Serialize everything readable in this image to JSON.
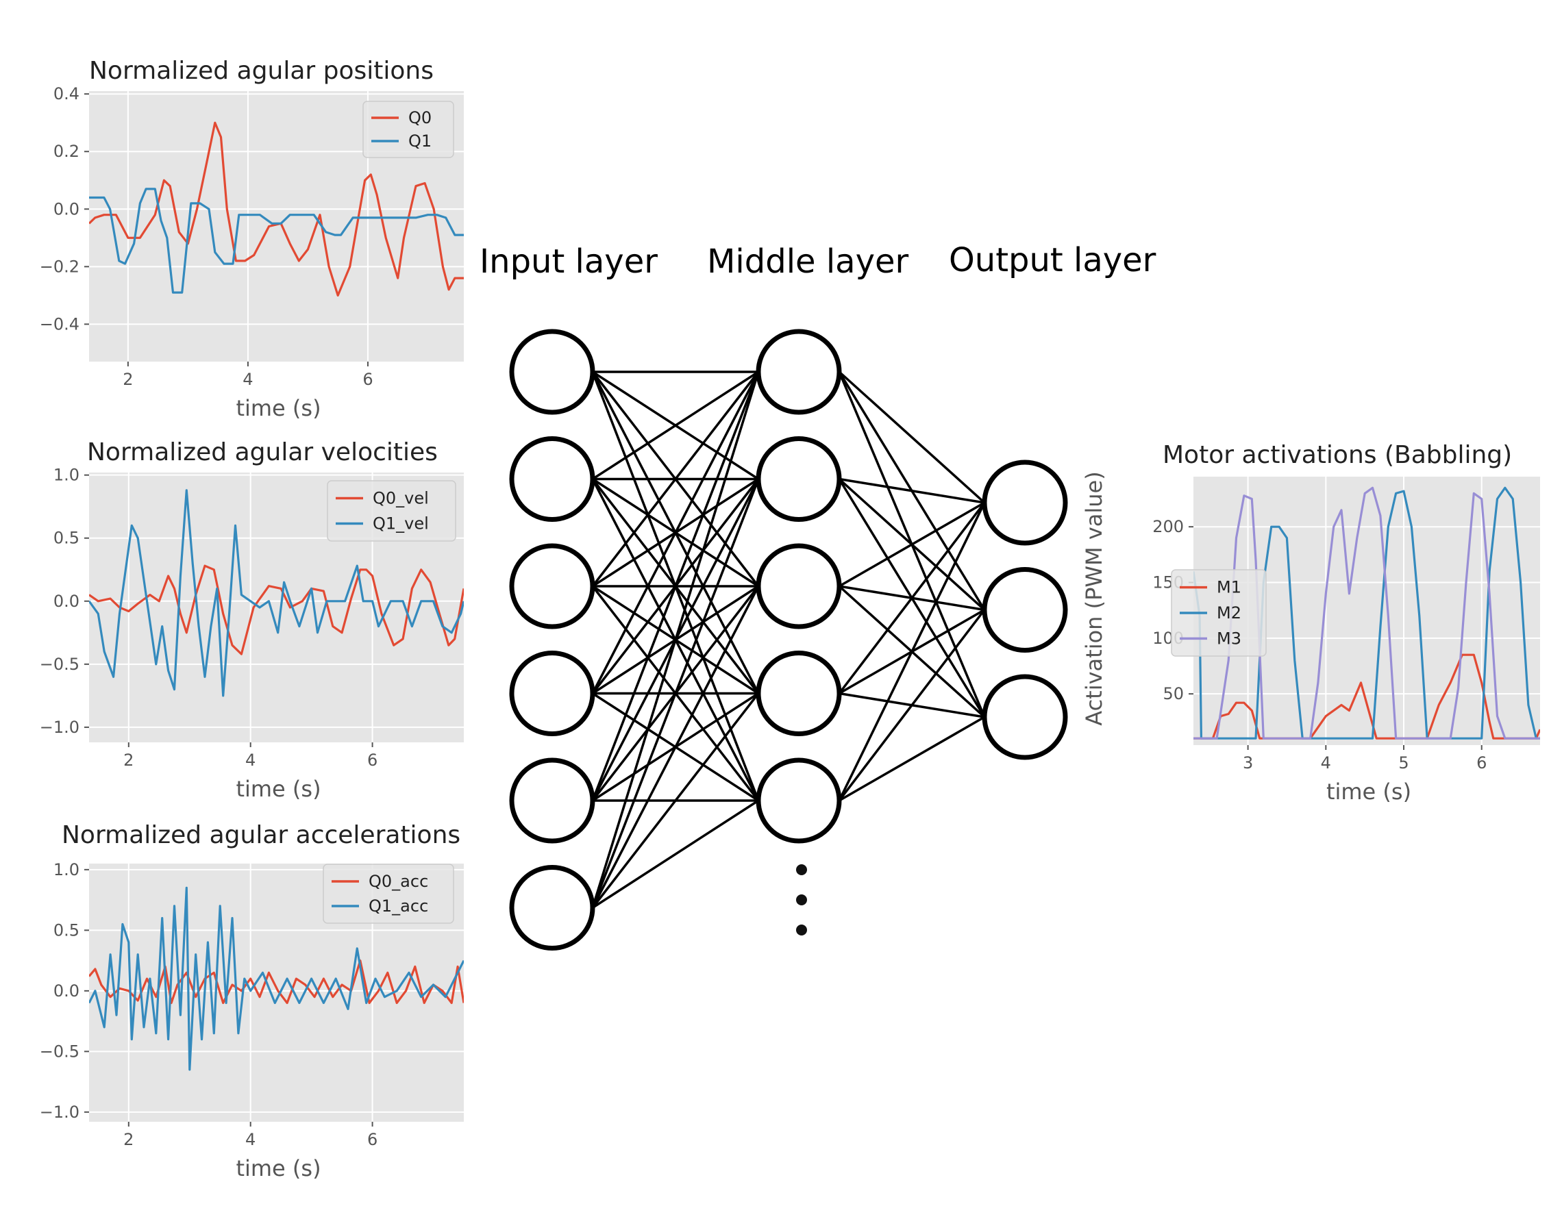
{
  "network": {
    "input_label": "Input layer",
    "middle_label": "Middle layer",
    "output_label": "Output layer",
    "input_nodes": 6,
    "middle_nodes": 5,
    "output_nodes": 3,
    "middle_continuation": "vertical-ellipsis"
  },
  "colors": {
    "red": "#E24A33",
    "blue": "#348ABD",
    "purple": "#988ED5",
    "plot_bg": "#E5E5E5",
    "grid": "#FFFFFF"
  },
  "chart_data": [
    {
      "type": "line",
      "title": "Normalized agular positions",
      "xlabel": "time (s)",
      "ylabel": "",
      "xlim": [
        1.35,
        7.6
      ],
      "ylim": [
        -0.53,
        0.41
      ],
      "xticks": [
        2,
        4,
        6
      ],
      "yticks": [
        0.4,
        0.2,
        0.0,
        -0.2,
        -0.4
      ],
      "ytick_labels": [
        "0.4",
        "0.2",
        "0.0",
        "−0.2",
        "−0.4"
      ],
      "grid": true,
      "legend_position": "top-right",
      "series": [
        {
          "name": "Q0",
          "color": "#E24A33",
          "x": [
            1.35,
            1.45,
            1.6,
            1.8,
            2.0,
            2.2,
            2.45,
            2.6,
            2.7,
            2.85,
            3.0,
            3.15,
            3.3,
            3.45,
            3.55,
            3.65,
            3.8,
            3.95,
            4.1,
            4.35,
            4.55,
            4.7,
            4.85,
            5.0,
            5.2,
            5.35,
            5.5,
            5.7,
            5.85,
            5.95,
            6.05,
            6.15,
            6.3,
            6.5,
            6.6,
            6.8,
            6.95,
            7.1,
            7.25,
            7.35,
            7.45,
            7.6
          ],
          "y": [
            -0.05,
            -0.03,
            -0.02,
            -0.02,
            -0.1,
            -0.1,
            -0.02,
            0.1,
            0.08,
            -0.08,
            -0.12,
            0.0,
            0.15,
            0.3,
            0.25,
            0.0,
            -0.18,
            -0.18,
            -0.16,
            -0.06,
            -0.05,
            -0.12,
            -0.18,
            -0.14,
            -0.02,
            -0.2,
            -0.3,
            -0.2,
            -0.02,
            0.1,
            0.12,
            0.05,
            -0.1,
            -0.24,
            -0.1,
            0.08,
            0.09,
            0.0,
            -0.2,
            -0.28,
            -0.24,
            -0.24
          ]
        },
        {
          "name": "Q1",
          "color": "#348ABD",
          "x": [
            1.35,
            1.6,
            1.7,
            1.85,
            1.95,
            2.1,
            2.2,
            2.3,
            2.45,
            2.55,
            2.65,
            2.75,
            2.9,
            3.05,
            3.2,
            3.35,
            3.45,
            3.6,
            3.75,
            3.85,
            4.0,
            4.2,
            4.4,
            4.55,
            4.7,
            4.9,
            5.1,
            5.3,
            5.45,
            5.55,
            5.75,
            6.0,
            6.2,
            6.4,
            6.6,
            6.8,
            7.0,
            7.15,
            7.3,
            7.45,
            7.6
          ],
          "y": [
            0.04,
            0.04,
            0.0,
            -0.18,
            -0.19,
            -0.12,
            0.02,
            0.07,
            0.07,
            -0.04,
            -0.1,
            -0.29,
            -0.29,
            0.02,
            0.02,
            0.0,
            -0.15,
            -0.19,
            -0.19,
            -0.02,
            -0.02,
            -0.02,
            -0.05,
            -0.05,
            -0.02,
            -0.02,
            -0.02,
            -0.08,
            -0.09,
            -0.09,
            -0.03,
            -0.03,
            -0.03,
            -0.03,
            -0.03,
            -0.03,
            -0.02,
            -0.02,
            -0.03,
            -0.09,
            -0.09
          ]
        }
      ]
    },
    {
      "type": "line",
      "title": "Normalized agular velocities",
      "xlabel": "time (s)",
      "ylabel": "",
      "xlim": [
        1.35,
        7.5
      ],
      "ylim": [
        -1.12,
        1.02
      ],
      "xticks": [
        2,
        4,
        6
      ],
      "yticks": [
        1.0,
        0.5,
        0.0,
        -0.5,
        -1.0
      ],
      "ytick_labels": [
        "1.0",
        "0.5",
        "0.0",
        "−0.5",
        "−1.0"
      ],
      "grid": true,
      "legend_position": "top-right",
      "series": [
        {
          "name": "Q0_vel",
          "color": "#E24A33",
          "x": [
            1.35,
            1.5,
            1.7,
            1.85,
            2.0,
            2.15,
            2.35,
            2.5,
            2.65,
            2.75,
            2.85,
            2.95,
            3.1,
            3.25,
            3.4,
            3.55,
            3.7,
            3.85,
            4.05,
            4.3,
            4.5,
            4.65,
            4.85,
            5.0,
            5.2,
            5.35,
            5.5,
            5.65,
            5.8,
            5.9,
            6.0,
            6.15,
            6.35,
            6.5,
            6.65,
            6.8,
            6.95,
            7.1,
            7.25,
            7.35,
            7.5
          ],
          "y": [
            0.05,
            0.0,
            0.02,
            -0.05,
            -0.08,
            -0.02,
            0.05,
            0.0,
            0.2,
            0.1,
            -0.1,
            -0.25,
            0.05,
            0.28,
            0.25,
            -0.1,
            -0.35,
            -0.42,
            -0.05,
            0.12,
            0.1,
            -0.05,
            0.0,
            0.1,
            0.08,
            -0.2,
            -0.25,
            0.02,
            0.25,
            0.25,
            0.2,
            -0.1,
            -0.35,
            -0.3,
            0.1,
            0.25,
            0.15,
            -0.1,
            -0.35,
            -0.3,
            0.1
          ]
        },
        {
          "name": "Q1_vel",
          "color": "#348ABD",
          "x": [
            1.35,
            1.5,
            1.6,
            1.75,
            1.85,
            1.95,
            2.05,
            2.15,
            2.3,
            2.45,
            2.55,
            2.65,
            2.75,
            2.85,
            2.95,
            3.05,
            3.15,
            3.25,
            3.35,
            3.45,
            3.55,
            3.65,
            3.75,
            3.85,
            4.0,
            4.15,
            4.3,
            4.45,
            4.55,
            4.65,
            4.8,
            5.0,
            5.1,
            5.25,
            5.4,
            5.55,
            5.75,
            5.85,
            6.0,
            6.1,
            6.3,
            6.5,
            6.65,
            6.8,
            7.0,
            7.15,
            7.3,
            7.45,
            7.5
          ],
          "y": [
            0.0,
            -0.1,
            -0.4,
            -0.6,
            -0.1,
            0.25,
            0.6,
            0.5,
            0.0,
            -0.5,
            -0.2,
            -0.55,
            -0.7,
            0.2,
            0.88,
            0.3,
            -0.2,
            -0.6,
            -0.2,
            0.1,
            -0.75,
            -0.1,
            0.6,
            0.05,
            0.0,
            -0.05,
            0.0,
            -0.25,
            0.15,
            0.0,
            -0.2,
            0.1,
            -0.25,
            0.0,
            0.0,
            0.0,
            0.28,
            0.0,
            0.0,
            -0.2,
            0.0,
            0.0,
            -0.2,
            0.0,
            0.0,
            -0.2,
            -0.25,
            -0.1,
            0.0
          ]
        }
      ]
    },
    {
      "type": "line",
      "title": "Normalized agular accelerations",
      "xlabel": "time (s)",
      "ylabel": "",
      "xlim": [
        1.35,
        7.5
      ],
      "ylim": [
        -1.08,
        1.05
      ],
      "xticks": [
        2,
        4,
        6
      ],
      "yticks": [
        1.0,
        0.5,
        0.0,
        -0.5,
        -1.0
      ],
      "ytick_labels": [
        "1.0",
        "0.5",
        "0.0",
        "−0.5",
        "−1.0"
      ],
      "grid": true,
      "legend_position": "top-right",
      "series": [
        {
          "name": "Q0_acc",
          "color": "#E24A33",
          "x": [
            1.35,
            1.45,
            1.55,
            1.7,
            1.85,
            2.0,
            2.15,
            2.3,
            2.45,
            2.6,
            2.7,
            2.8,
            2.95,
            3.1,
            3.25,
            3.4,
            3.55,
            3.7,
            3.85,
            4.0,
            4.15,
            4.3,
            4.45,
            4.6,
            4.75,
            4.9,
            5.05,
            5.2,
            5.35,
            5.5,
            5.65,
            5.8,
            5.95,
            6.1,
            6.25,
            6.4,
            6.55,
            6.7,
            6.85,
            7.0,
            7.15,
            7.3,
            7.4,
            7.5
          ],
          "y": [
            0.12,
            0.18,
            0.05,
            -0.05,
            0.02,
            0.0,
            -0.08,
            0.1,
            -0.05,
            0.2,
            -0.1,
            0.05,
            0.15,
            -0.05,
            0.1,
            0.15,
            -0.1,
            0.05,
            0.0,
            0.1,
            -0.05,
            0.15,
            0.0,
            -0.1,
            0.1,
            0.05,
            -0.05,
            0.1,
            -0.05,
            0.05,
            0.0,
            0.25,
            -0.1,
            0.0,
            0.15,
            -0.1,
            0.0,
            0.2,
            -0.1,
            0.05,
            0.0,
            -0.1,
            0.2,
            -0.1
          ]
        },
        {
          "name": "Q1_acc",
          "color": "#348ABD",
          "x": [
            1.35,
            1.45,
            1.6,
            1.7,
            1.8,
            1.9,
            2.0,
            2.05,
            2.15,
            2.25,
            2.35,
            2.45,
            2.55,
            2.65,
            2.75,
            2.85,
            2.95,
            3.0,
            3.1,
            3.2,
            3.3,
            3.4,
            3.5,
            3.6,
            3.7,
            3.8,
            3.9,
            4.0,
            4.2,
            4.4,
            4.6,
            4.8,
            5.0,
            5.2,
            5.4,
            5.6,
            5.75,
            5.9,
            6.05,
            6.2,
            6.4,
            6.6,
            6.8,
            7.0,
            7.2,
            7.35,
            7.5
          ],
          "y": [
            -0.1,
            0.0,
            -0.3,
            0.3,
            -0.2,
            0.55,
            0.4,
            -0.4,
            0.3,
            -0.3,
            0.1,
            -0.35,
            0.6,
            -0.4,
            0.7,
            -0.2,
            0.85,
            -0.65,
            0.3,
            -0.4,
            0.4,
            -0.35,
            0.7,
            -0.1,
            0.6,
            -0.35,
            0.1,
            0.0,
            0.15,
            -0.1,
            0.1,
            -0.1,
            0.1,
            -0.1,
            0.1,
            -0.15,
            0.35,
            -0.1,
            0.1,
            -0.05,
            0.0,
            0.15,
            -0.05,
            0.05,
            -0.05,
            0.1,
            0.25
          ]
        }
      ]
    },
    {
      "type": "line",
      "title": "Motor activations (Babbling)",
      "xlabel": "time (s)",
      "ylabel": "Activation (PWM value)",
      "xlim": [
        2.3,
        6.75
      ],
      "ylim": [
        4,
        245
      ],
      "xticks": [
        3,
        4,
        5,
        6
      ],
      "yticks": [
        200,
        150,
        100,
        50
      ],
      "ytick_labels": [
        "200",
        "150",
        "100",
        "50"
      ],
      "grid": true,
      "legend_position": "center-left",
      "series": [
        {
          "name": "M1",
          "color": "#E24A33",
          "x": [
            2.3,
            2.55,
            2.65,
            2.75,
            2.85,
            2.95,
            3.05,
            3.15,
            3.25,
            3.6,
            3.8,
            4.0,
            4.2,
            4.3,
            4.45,
            4.55,
            4.65,
            4.75,
            4.8,
            5.3,
            5.45,
            5.6,
            5.75,
            5.9,
            6.0,
            6.1,
            6.15,
            6.2,
            6.7,
            6.75
          ],
          "y": [
            10,
            10,
            30,
            32,
            42,
            42,
            35,
            10,
            10,
            10,
            10,
            30,
            40,
            35,
            60,
            35,
            10,
            10,
            10,
            10,
            40,
            60,
            85,
            85,
            60,
            25,
            10,
            10,
            10,
            18
          ]
        },
        {
          "name": "M2",
          "color": "#348ABD",
          "x": [
            2.3,
            2.38,
            2.4,
            2.5,
            2.6,
            3.1,
            3.2,
            3.3,
            3.4,
            3.5,
            3.6,
            3.7,
            3.75,
            3.85,
            4.0,
            4.2,
            4.4,
            4.6,
            4.7,
            4.8,
            4.9,
            5.0,
            5.1,
            5.2,
            5.3,
            5.4,
            5.5,
            6.0,
            6.1,
            6.2,
            6.3,
            6.4,
            6.5,
            6.6,
            6.7,
            6.75
          ],
          "y": [
            160,
            120,
            10,
            10,
            10,
            10,
            150,
            200,
            200,
            190,
            80,
            10,
            10,
            10,
            10,
            10,
            10,
            10,
            110,
            200,
            230,
            232,
            200,
            120,
            10,
            10,
            10,
            10,
            160,
            225,
            235,
            225,
            150,
            40,
            10,
            10
          ]
        },
        {
          "name": "M3",
          "color": "#988ED5",
          "x": [
            2.3,
            2.6,
            2.75,
            2.85,
            2.95,
            3.05,
            3.1,
            3.2,
            3.3,
            3.4,
            3.8,
            3.9,
            4.0,
            4.1,
            4.2,
            4.3,
            4.4,
            4.5,
            4.6,
            4.7,
            4.8,
            4.9,
            5.0,
            5.1,
            5.6,
            5.7,
            5.8,
            5.9,
            6.0,
            6.1,
            6.2,
            6.3,
            6.4,
            6.75
          ],
          "y": [
            10,
            10,
            80,
            190,
            228,
            225,
            170,
            10,
            10,
            10,
            10,
            60,
            140,
            200,
            215,
            140,
            190,
            230,
            235,
            210,
            120,
            10,
            10,
            10,
            10,
            55,
            150,
            230,
            225,
            140,
            30,
            10,
            10,
            10
          ]
        }
      ]
    }
  ]
}
